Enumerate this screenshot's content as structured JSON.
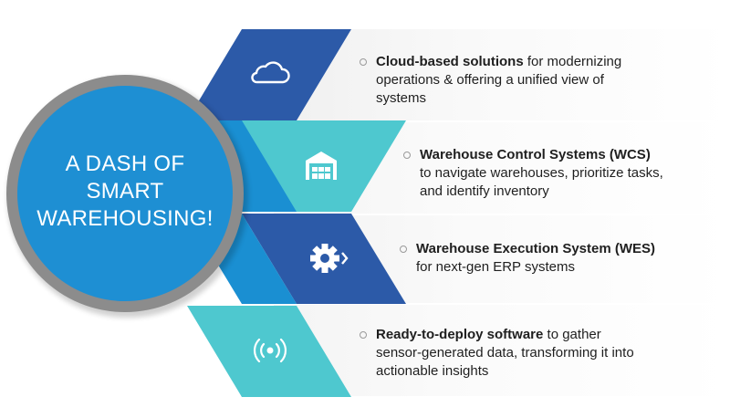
{
  "title_lines": [
    "A DASH OF",
    "SMART",
    "WAREHOUSING!"
  ],
  "colors": {
    "dark_blue": "#2c5aa8",
    "mid_blue": "#1a8fd2",
    "teal": "#4ec8cf",
    "circle_ring": "#8c8c8c",
    "circle_fill": "#1e8fd3",
    "text": "#1f1f1f"
  },
  "items": [
    {
      "icon": "cloud-icon",
      "bold": "Cloud-based solutions",
      "rest": " for modernizing operations & offering a unified view of systems",
      "lines": [
        "Cloud-based solutions for modernizing",
        "operations & offering a unified view of",
        "systems"
      ]
    },
    {
      "icon": "warehouse-icon",
      "bold": "Warehouse Control Systems (WCS)",
      "rest": "to navigate warehouses, prioritize tasks, and identify inventory",
      "lines": [
        "Warehouse Control Systems (WCS)",
        "to navigate warehouses, prioritize tasks,",
        "and identify inventory"
      ]
    },
    {
      "icon": "gear-icon",
      "bold": "Warehouse Execution System (WES)",
      "rest": "for next-gen ERP systems",
      "lines": [
        "Warehouse Execution System (WES)",
        "for next-gen ERP systems"
      ]
    },
    {
      "icon": "signal-icon",
      "bold": "Ready-to-deploy software",
      "rest": " to gather sensor-generated data, transforming it into actionable insights",
      "lines": [
        "Ready-to-deploy software to gather",
        "sensor-generated data, transforming it into",
        "actionable insights"
      ]
    }
  ]
}
